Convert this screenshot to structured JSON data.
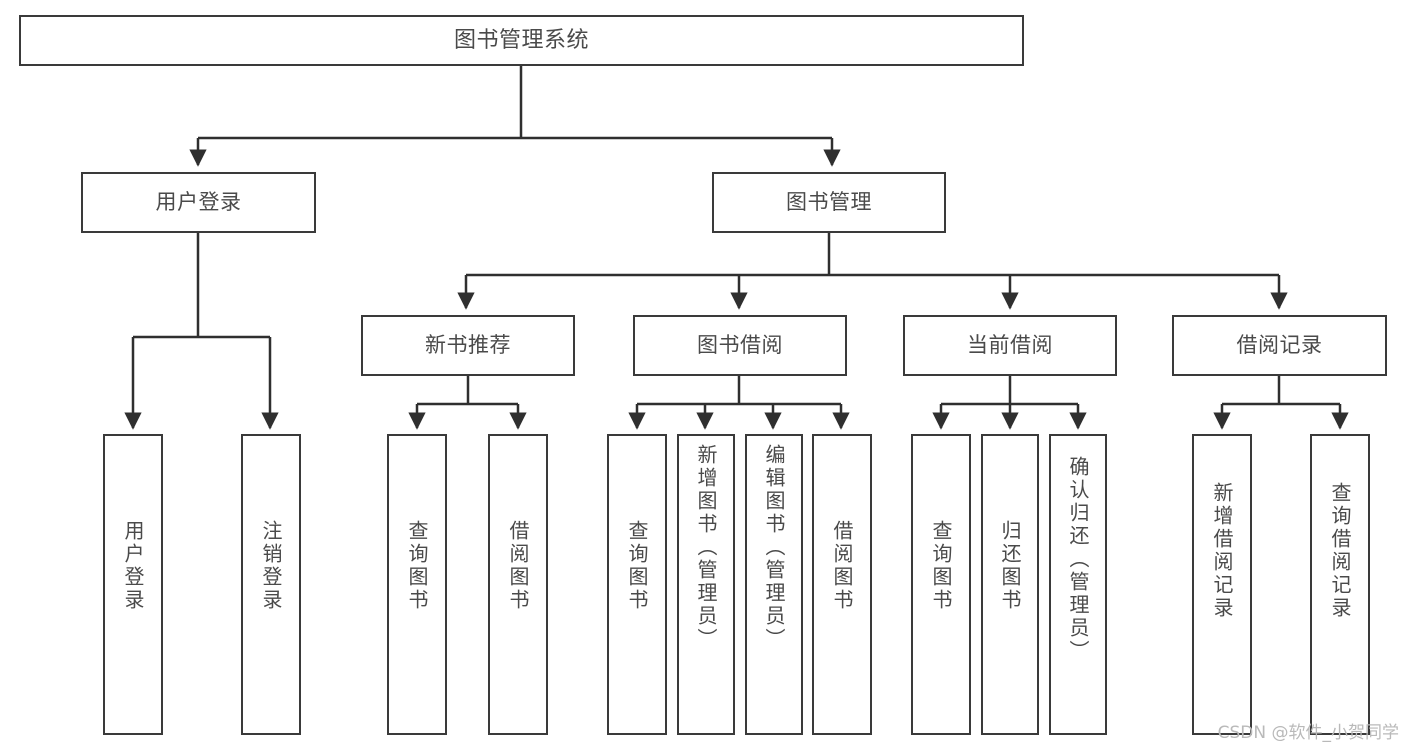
{
  "diagram": {
    "title": "图书管理系统",
    "type": "hierarchy-tree",
    "colors": {
      "box_border": "#3a3a3a",
      "box_fill": "#ffffff",
      "text": "#4a4a4a",
      "connector": "#2f2f2f",
      "watermark": "#b9b9b9",
      "background": "#ffffff"
    },
    "root": {
      "label": "图书管理系统"
    },
    "level2": [
      {
        "label": "用户登录"
      },
      {
        "label": "图书管理"
      }
    ],
    "level3": [
      {
        "label": "新书推荐"
      },
      {
        "label": "图书借阅"
      },
      {
        "label": "当前借阅"
      },
      {
        "label": "借阅记录"
      }
    ],
    "leaves": {
      "user_login": [
        {
          "label": "用户登录"
        },
        {
          "label": "注销登录"
        }
      ],
      "new_book_recommend": [
        {
          "label": "查询图书"
        },
        {
          "label": "借阅图书"
        }
      ],
      "book_borrow": [
        {
          "label": "查询图书"
        },
        {
          "label": "新增图书（管理员）"
        },
        {
          "label": "编辑图书（管理员）"
        },
        {
          "label": "借阅图书"
        }
      ],
      "current_borrow": [
        {
          "label": "查询图书"
        },
        {
          "label": "归还图书"
        },
        {
          "label": "确认归还（管理员）"
        }
      ],
      "borrow_record": [
        {
          "label": "新增借阅记录"
        },
        {
          "label": "查询借阅记录"
        }
      ]
    }
  },
  "watermark": {
    "text": "CSDN @软件_小贺同学"
  }
}
